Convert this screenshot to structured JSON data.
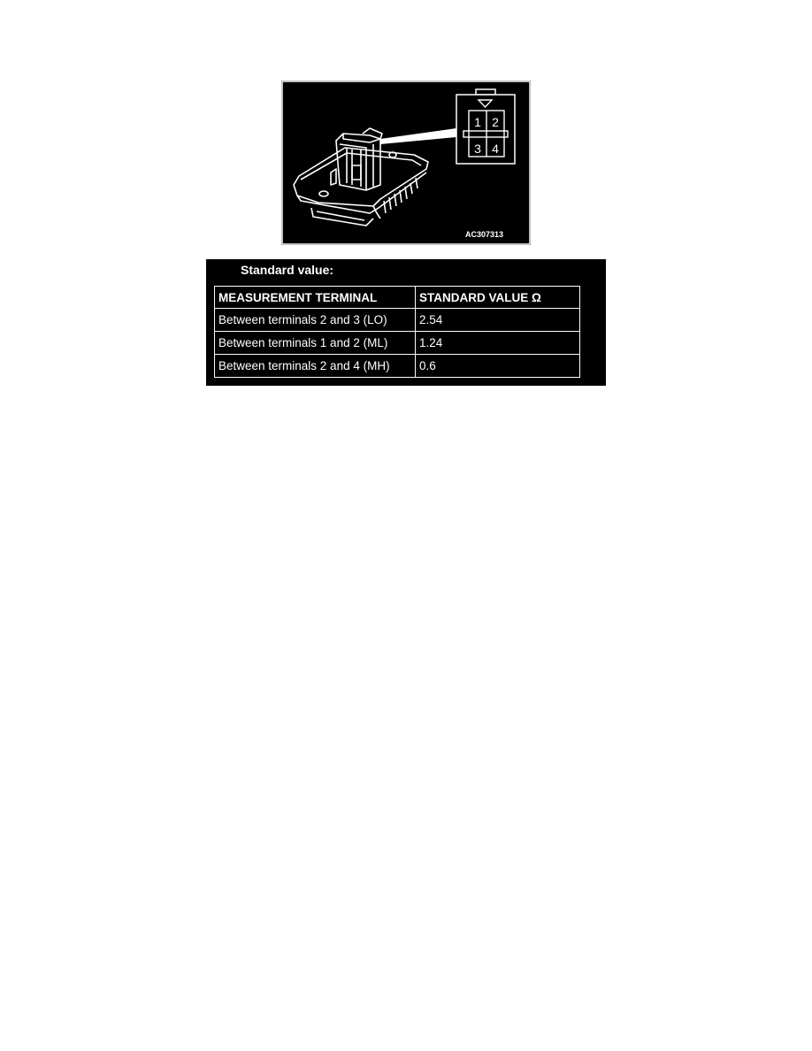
{
  "figure": {
    "pin_labels": [
      "1",
      "2",
      "3",
      "4"
    ],
    "figure_id": "AC307313"
  },
  "spec": {
    "heading": "Standard value:",
    "columns": [
      "MEASUREMENT TERMINAL",
      "STANDARD VALUE Ω"
    ],
    "rows": [
      [
        "Between terminals 2 and 3 (LO)",
        "2.54"
      ],
      [
        "Between terminals 1 and 2 (ML)",
        "1.24"
      ],
      [
        "Between terminals 2 and 4 (MH)",
        "0.6"
      ]
    ]
  }
}
